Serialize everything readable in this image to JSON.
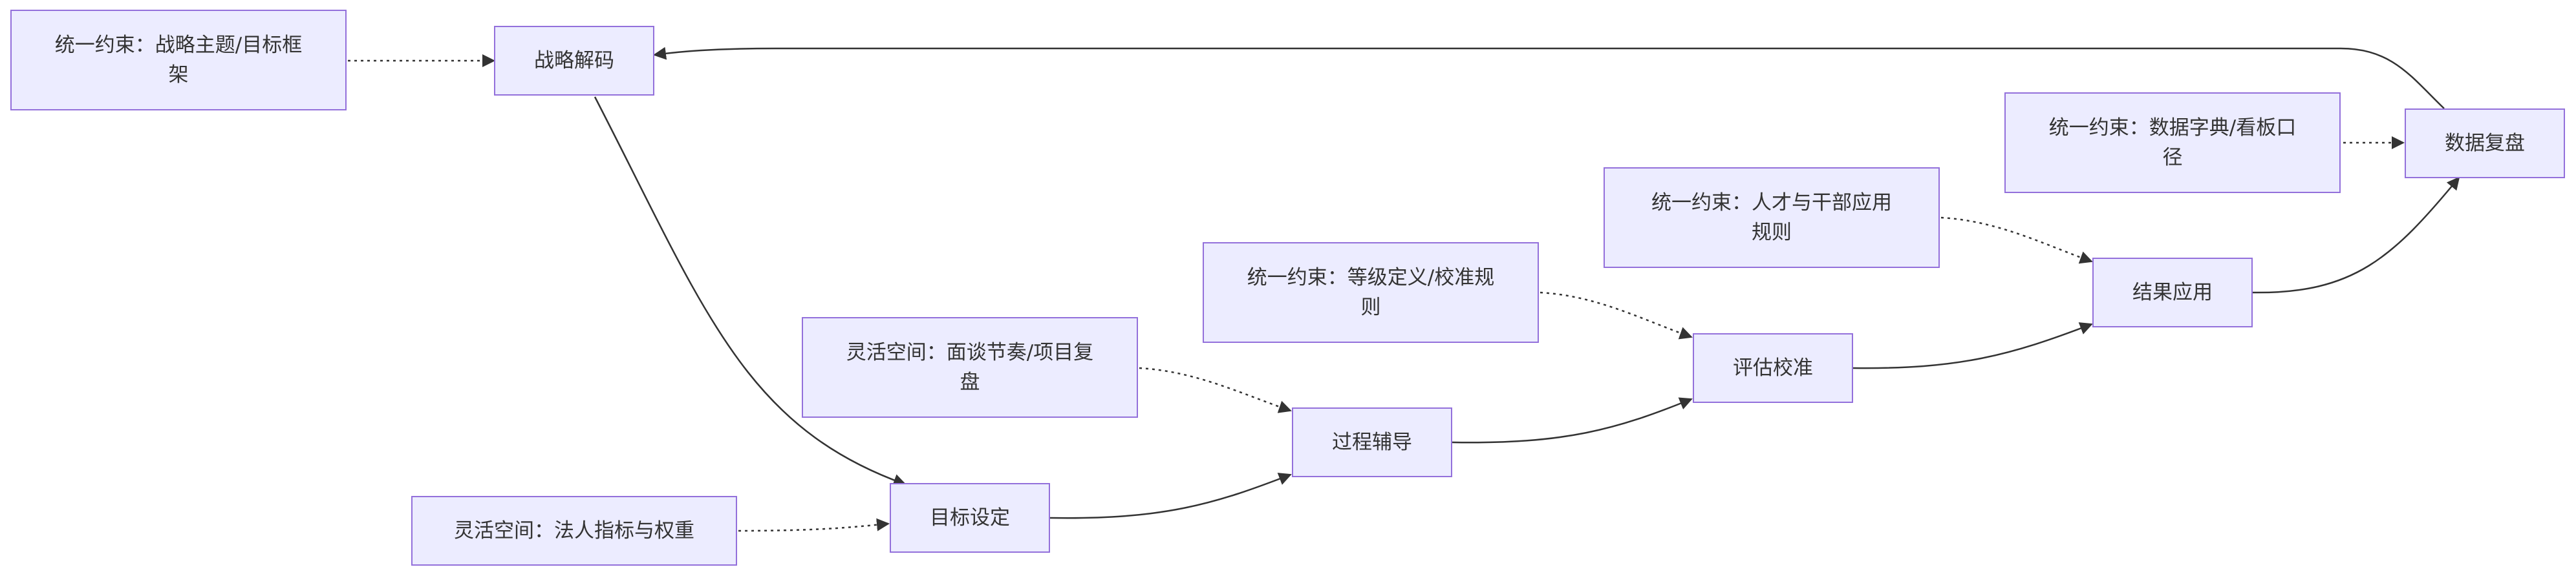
{
  "nodes": {
    "strategy_decode": "战略解码",
    "goal_setting": "目标设定",
    "process_coaching": "过程辅导",
    "evaluation_calibration": "评估校准",
    "result_application": "结果应用",
    "data_review": "数据复盘",
    "constraint_strategy": "统一约束：战略主题/目标框架",
    "flex_legal": "灵活空间：法人指标与权重",
    "flex_interview": "灵活空间：面谈节奏/项目复盘",
    "constraint_grade": "统一约束：等级定义/校准规则",
    "constraint_talent": "统一约束：人才与干部应用规则",
    "constraint_data": "统一约束：数据字典/看板口径"
  },
  "colors": {
    "node_fill": "#ececff",
    "node_border": "#9370db",
    "edge": "#333333",
    "text": "#333333"
  }
}
